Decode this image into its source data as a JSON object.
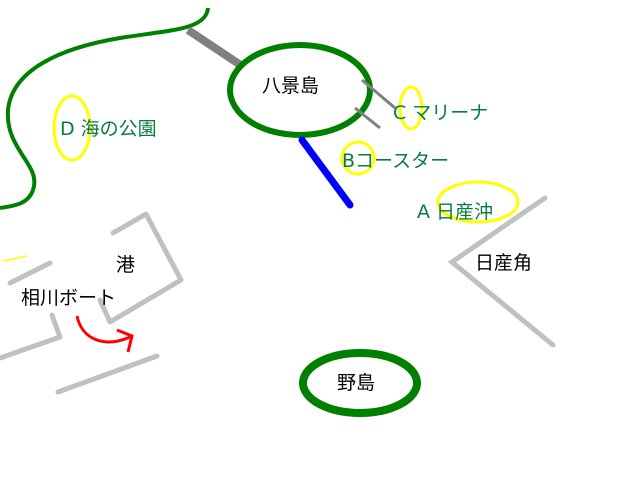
{
  "labels": {
    "hakkeijima": "八景島",
    "marina": "C マリーナ",
    "coaster": "Bコースター",
    "nissan_oki": "A  日産沖",
    "umi_no_koen": "D 海の公園",
    "nissan_kado": "日産角",
    "minato": "港",
    "aikawa_boat": "相川ボート",
    "nojima": "野島"
  },
  "colors": {
    "island": "#008000",
    "marker": "#ffff00",
    "route": "#0000ff",
    "pier": "#c0c0c0",
    "arrow": "#ff0000"
  }
}
